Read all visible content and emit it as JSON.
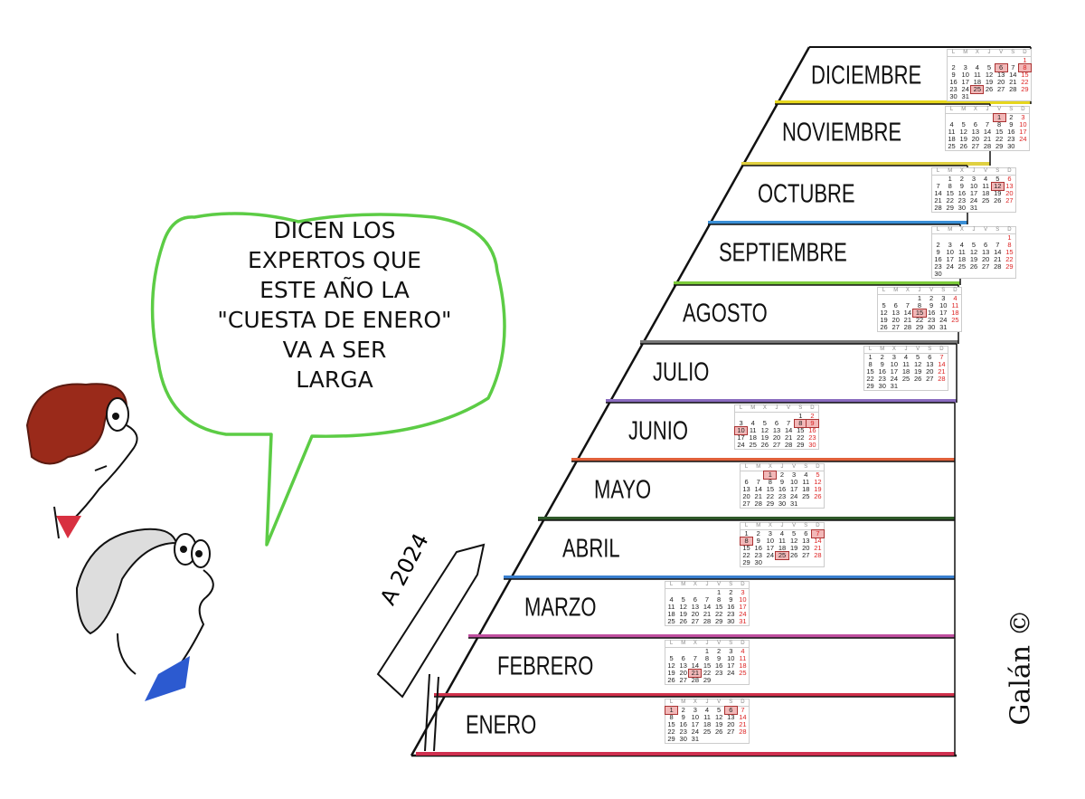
{
  "speech_bubble": {
    "lines": [
      "DICEN LOS",
      "EXPERTOS QUE",
      "ESTE AÑO LA",
      "\"CUESTA DE ENERO\"",
      "VA A SER",
      "LARGA"
    ]
  },
  "sign": {
    "text": "A 2024"
  },
  "signature": {
    "text": "Galán ©"
  },
  "calendar": {
    "weekday_headers": [
      "L",
      "M",
      "X",
      "J",
      "V",
      "S",
      "D"
    ],
    "months": [
      {
        "name": "DICIEMBRE",
        "first_weekday": 6,
        "days": 31,
        "highlighted": [
          6,
          8,
          25
        ],
        "color": "#e6d61e"
      },
      {
        "name": "NOVIEMBRE",
        "first_weekday": 4,
        "days": 30,
        "highlighted": [
          1
        ],
        "color": "#e0d040"
      },
      {
        "name": "OCTUBRE",
        "first_weekday": 1,
        "days": 31,
        "highlighted": [
          12
        ],
        "color": "#3a8fd6"
      },
      {
        "name": "SEPTIEMBRE",
        "first_weekday": 6,
        "days": 30,
        "highlighted": [],
        "color": "#7ccc3a"
      },
      {
        "name": "AGOSTO",
        "first_weekday": 3,
        "days": 31,
        "highlighted": [
          15
        ],
        "color": "#777777"
      },
      {
        "name": "JULIO",
        "first_weekday": 0,
        "days": 31,
        "highlighted": [],
        "color": "#8a6bbf"
      },
      {
        "name": "JUNIO",
        "first_weekday": 5,
        "days": 30,
        "highlighted": [
          8,
          9,
          10
        ],
        "color": "#e0603a"
      },
      {
        "name": "MAYO",
        "first_weekday": 2,
        "days": 31,
        "highlighted": [
          1
        ],
        "color": "#2f5a2a"
      },
      {
        "name": "ABRIL",
        "first_weekday": 0,
        "days": 30,
        "highlighted": [
          7,
          8,
          25
        ],
        "color": "#3a80d0"
      },
      {
        "name": "MARZO",
        "first_weekday": 4,
        "days": 31,
        "highlighted": [],
        "color": "#c04fa0"
      },
      {
        "name": "FEBRERO",
        "first_weekday": 3,
        "days": 29,
        "highlighted": [
          21
        ],
        "color": "#d0304a"
      },
      {
        "name": "ENERO",
        "first_weekday": 0,
        "days": 31,
        "highlighted": [
          1,
          6
        ],
        "color": "#d03050"
      }
    ]
  }
}
